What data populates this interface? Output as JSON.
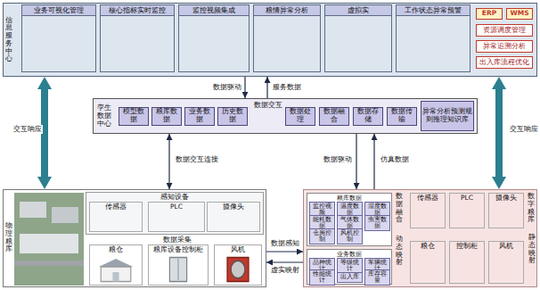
{
  "diagram": {
    "nodes": [
      {
        "text": [
          "信息服务中心"
        ]
      },
      {
        "text": [
          "业务可视化管理"
        ],
        "in": 0
      },
      {
        "text": [
          "核心指标实时监控"
        ],
        "in": 0
      },
      {
        "text": [
          "监控视频集成"
        ],
        "in": 0
      },
      {
        "text": [
          "粮情异常分析"
        ],
        "in": 0
      },
      {
        "text": [
          "虚拟实"
        ],
        "in": 0
      },
      {
        "text": [
          "工作状态异常预警"
        ],
        "in": 0
      },
      {
        "text": [
          "ERP"
        ],
        "in": 0
      },
      {
        "text": [
          "WMS"
        ],
        "in": 0
      },
      {
        "text": [
          "资源调度管理"
        ],
        "in": 0
      },
      {
        "text": [
          "异常追溯分析"
        ],
        "in": 0
      },
      {
        "text": [
          "出入库流程优化"
        ],
        "in": 0
      },
      {
        "text": [
          "孪生数据中心"
        ]
      },
      {
        "text": [
          "模型数据"
        ],
        "in": 12
      },
      {
        "text": [
          "粮库数据"
        ],
        "in": 12
      },
      {
        "text": [
          "业务数据"
        ],
        "in": 12
      },
      {
        "text": [
          "历史数据"
        ],
        "in": 12
      },
      {
        "text": [
          "数据处理"
        ],
        "in": 12
      },
      {
        "text": [
          "数据融合"
        ],
        "in": 12
      },
      {
        "text": [
          "数据存储"
        ],
        "in": 12
      },
      {
        "text": [
          "数据传输"
        ],
        "in": 12
      },
      {
        "text": [
          "异常分析预测规则推理知识库"
        ],
        "in": 12
      },
      {
        "text": [
          "物理粮库"
        ]
      },
      {
        "text": [
          "感知设备"
        ],
        "in": 22
      },
      {
        "text": [
          "传感器"
        ],
        "in": 23
      },
      {
        "text": [
          "PLC"
        ],
        "in": 23
      },
      {
        "text": [
          "摄像头"
        ],
        "in": 23
      },
      {
        "text": [
          "粮仓"
        ],
        "in": 22
      },
      {
        "text": [
          "粮库设备控制柜"
        ],
        "in": 22
      },
      {
        "text": [
          "风机"
        ],
        "in": 22
      },
      {
        "text": [
          "数字粮库"
        ]
      },
      {
        "text": [
          "粮库数据"
        ],
        "in": 30
      },
      {
        "text": [
          "监控视频"
        ],
        "in": 31
      },
      {
        "text": [
          "温度数据"
        ],
        "in": 31
      },
      {
        "text": [
          "湿度数据"
        ],
        "in": 31
      },
      {
        "text": [
          "能耗数据"
        ],
        "in": 31
      },
      {
        "text": [
          "气体数据"
        ],
        "in": 31
      },
      {
        "text": [
          "虫害数据"
        ],
        "in": 31
      },
      {
        "text": [
          "仓房控制"
        ],
        "in": 31
      },
      {
        "text": [
          "风机控制"
        ],
        "in": 31
      },
      {
        "text": [
          "业务数据"
        ],
        "in": 30
      },
      {
        "text": [
          "品种统计"
        ],
        "in": 40
      },
      {
        "text": [
          "等级统计"
        ],
        "in": 40
      },
      {
        "text": [
          "车辆统计"
        ],
        "in": 40
      },
      {
        "text": [
          "性能统计"
        ],
        "in": 40
      },
      {
        "text": [
          "出入库"
        ],
        "in": 40
      },
      {
        "text": [
          "库存容量"
        ],
        "in": 40
      },
      {
        "text": [
          "传感器"
        ],
        "in": 30
      },
      {
        "text": [
          "PLC"
        ],
        "in": 30
      },
      {
        "text": [
          "摄像头"
        ],
        "in": 30
      },
      {
        "text": [
          "粮仓"
        ],
        "in": 30
      },
      {
        "text": [
          "控制柜"
        ],
        "in": 30
      },
      {
        "text": [
          "风机"
        ],
        "in": 30
      }
    ],
    "edges": [
      {
        "from": 0,
        "to": 22,
        "arrow": "both",
        "label": "交互响应"
      },
      {
        "from": 0,
        "to": 12,
        "arrow": "to",
        "label": "数据驱动"
      },
      {
        "from": 12,
        "to": 0,
        "arrow": "to",
        "label": "服务数据"
      },
      {
        "from": 0,
        "to": 30,
        "arrow": "both",
        "label": "交互响应"
      },
      {
        "from": 16,
        "to": 17,
        "arrow": "both",
        "label": "数据交互"
      },
      {
        "from": 12,
        "to": 22,
        "arrow": "both",
        "label": "数据交互连接"
      },
      {
        "from": 12,
        "to": 30,
        "arrow": "to",
        "label": "数据驱动"
      },
      {
        "from": 30,
        "to": 12,
        "arrow": "to",
        "label": "仿真数据"
      },
      {
        "from": 22,
        "to": 30,
        "arrow": "to",
        "label": "数据感知"
      },
      {
        "from": 30,
        "to": 22,
        "arrow": "to",
        "label": "虚实映射"
      }
    ],
    "labels": [
      "数据采集",
      "数据融合",
      "动态映射",
      "静态映射"
    ]
  }
}
